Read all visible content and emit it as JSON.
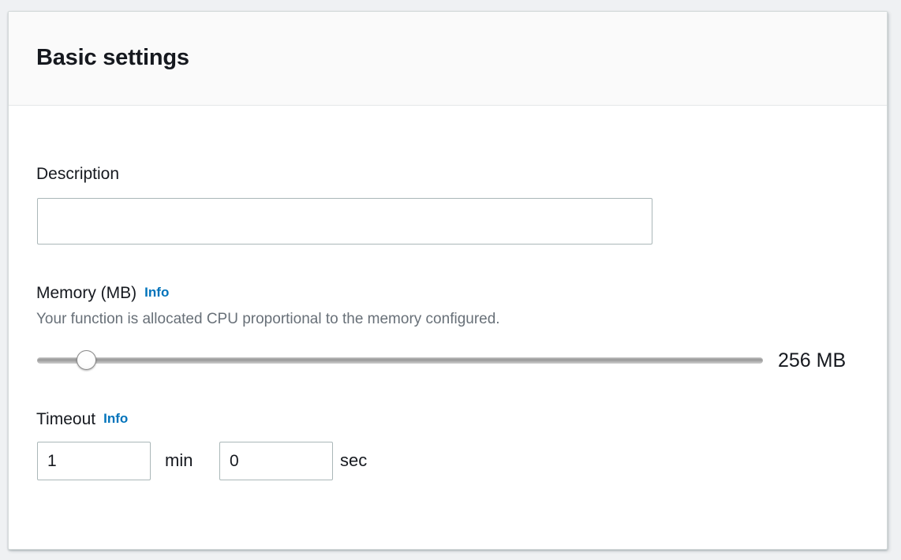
{
  "card": {
    "title": "Basic settings"
  },
  "description": {
    "label": "Description",
    "value": "",
    "placeholder": ""
  },
  "memory": {
    "label": "Memory (MB)",
    "info_label": "Info",
    "hint": "Your function is allocated CPU proportional to the memory configured.",
    "value_label": "256 MB",
    "slider": {
      "value": 256,
      "min": 128,
      "max": 10240,
      "percent": 6.7
    }
  },
  "timeout": {
    "label": "Timeout",
    "info_label": "Info",
    "minutes_value": "1",
    "minutes_unit": "min",
    "seconds_value": "0",
    "seconds_unit": "sec"
  },
  "colors": {
    "accent_link": "#0073bb",
    "text_primary": "#16191f",
    "text_secondary": "#687078",
    "input_border": "#aab7b8",
    "card_border": "#d5dbdb",
    "header_bg": "#fafafa",
    "page_bg": "#eff1f3"
  }
}
